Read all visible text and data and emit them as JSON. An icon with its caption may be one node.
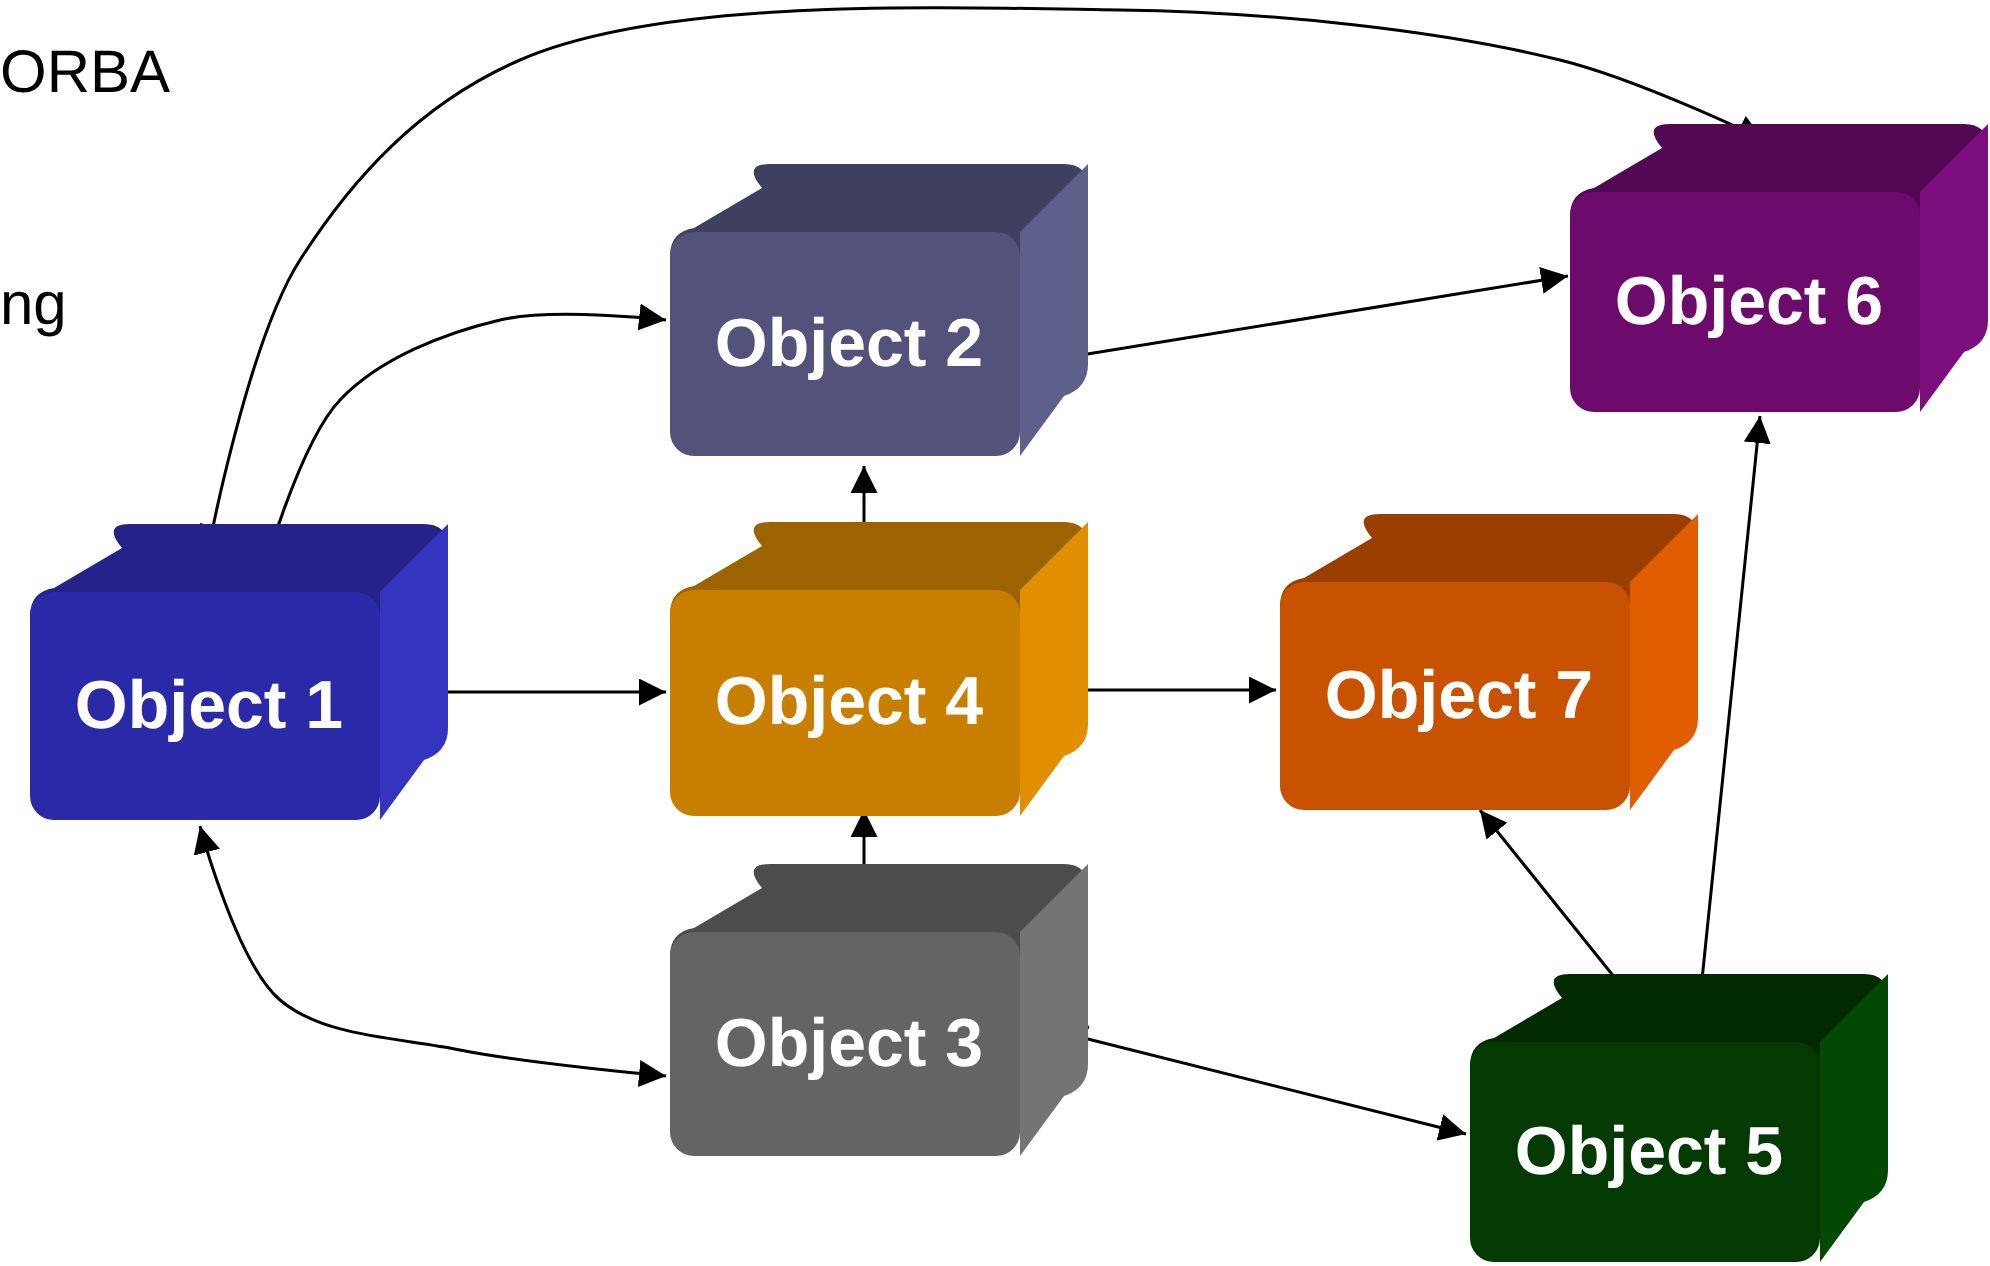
{
  "diagram": {
    "nodes": [
      {
        "text": [
          "Object 1"
        ]
      },
      {
        "text": [
          "Object 2"
        ]
      },
      {
        "text": [
          "Object 6"
        ]
      },
      {
        "text": [
          "Object 4"
        ]
      },
      {
        "text": [
          "Object 7"
        ]
      },
      {
        "text": [
          "Object 3"
        ]
      },
      {
        "text": [
          "Object 5"
        ]
      }
    ],
    "edges": [
      {
        "from": 0,
        "to": 2,
        "arrow": "both"
      },
      {
        "from": 0,
        "to": 1,
        "arrow": "both"
      },
      {
        "from": 1,
        "to": 2,
        "arrow": "both"
      },
      {
        "from": 1,
        "to": 3,
        "arrow": "both"
      },
      {
        "from": 0,
        "to": 3,
        "arrow": "both"
      },
      {
        "from": 3,
        "to": 4,
        "arrow": "both"
      },
      {
        "from": 2,
        "to": 6,
        "arrow": "both"
      },
      {
        "from": 3,
        "to": 5,
        "arrow": "both"
      },
      {
        "from": 4,
        "to": 6,
        "arrow": "both"
      },
      {
        "from": 0,
        "to": 5,
        "arrow": "both"
      },
      {
        "from": 5,
        "to": 6,
        "arrow": "both"
      }
    ],
    "labels": [
      "ORBA",
      "ng"
    ]
  }
}
